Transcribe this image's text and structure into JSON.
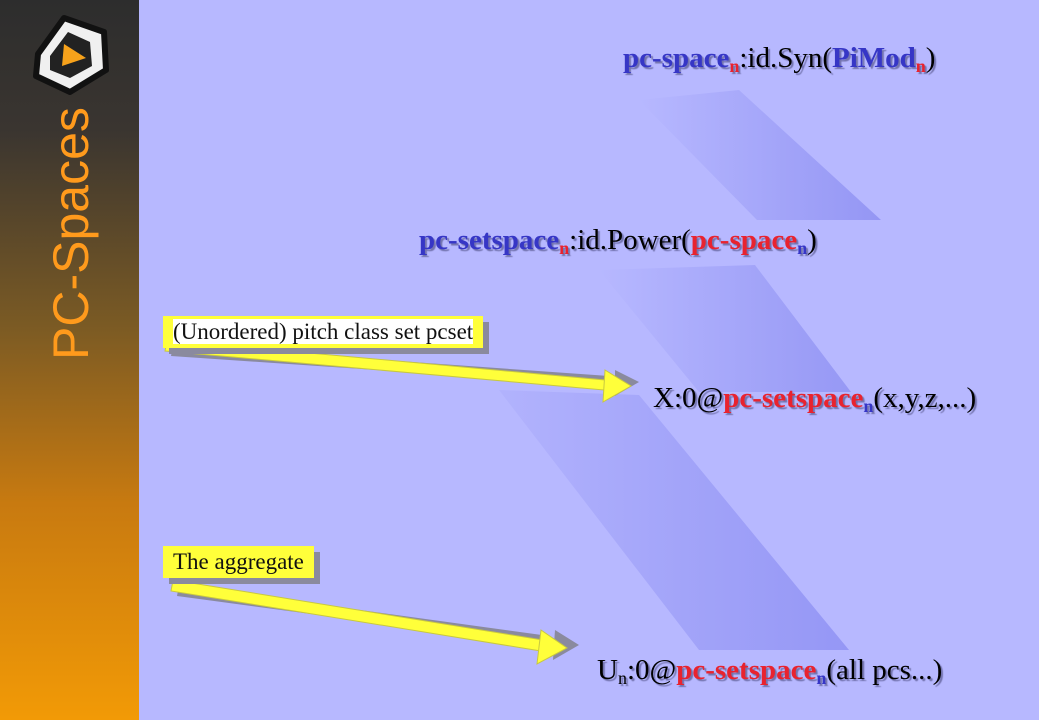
{
  "sidebar": {
    "title": "PC-Spaces",
    "logo": "triangle-logo-icon",
    "colors": {
      "top": "#2d2d2d",
      "bottom": "#f29a06",
      "title": "#ff9a1c"
    }
  },
  "formulas": {
    "syn": {
      "a": "pc-space",
      "sub1": "n",
      "b": ":id.Syn(",
      "c": "PiMod",
      "sub2": "n",
      "d": ")"
    },
    "power": {
      "a": "pc-setspace",
      "sub1": "n",
      "b": ":id.Power(",
      "c": "pc-space",
      "sub2": "n",
      "d": ")"
    },
    "set": {
      "a": "X:0@",
      "b": "pc-setspace",
      "sub1": "n",
      "c": "(x,y,z,...)"
    },
    "aggregate": {
      "a": "U",
      "sub0": "n",
      "b": ":0@",
      "c": "pc-setspace",
      "sub1": "n",
      "d": "(all pcs...)"
    }
  },
  "labels": {
    "pcset": {
      "part1": "(Unordered)",
      "part2": " pitch class set pcset"
    },
    "aggregate": "The aggregate"
  },
  "colors": {
    "background": "#b7b8ff",
    "blue": "#3636c6",
    "red": "#e8232f",
    "label": "#ffff3a"
  }
}
